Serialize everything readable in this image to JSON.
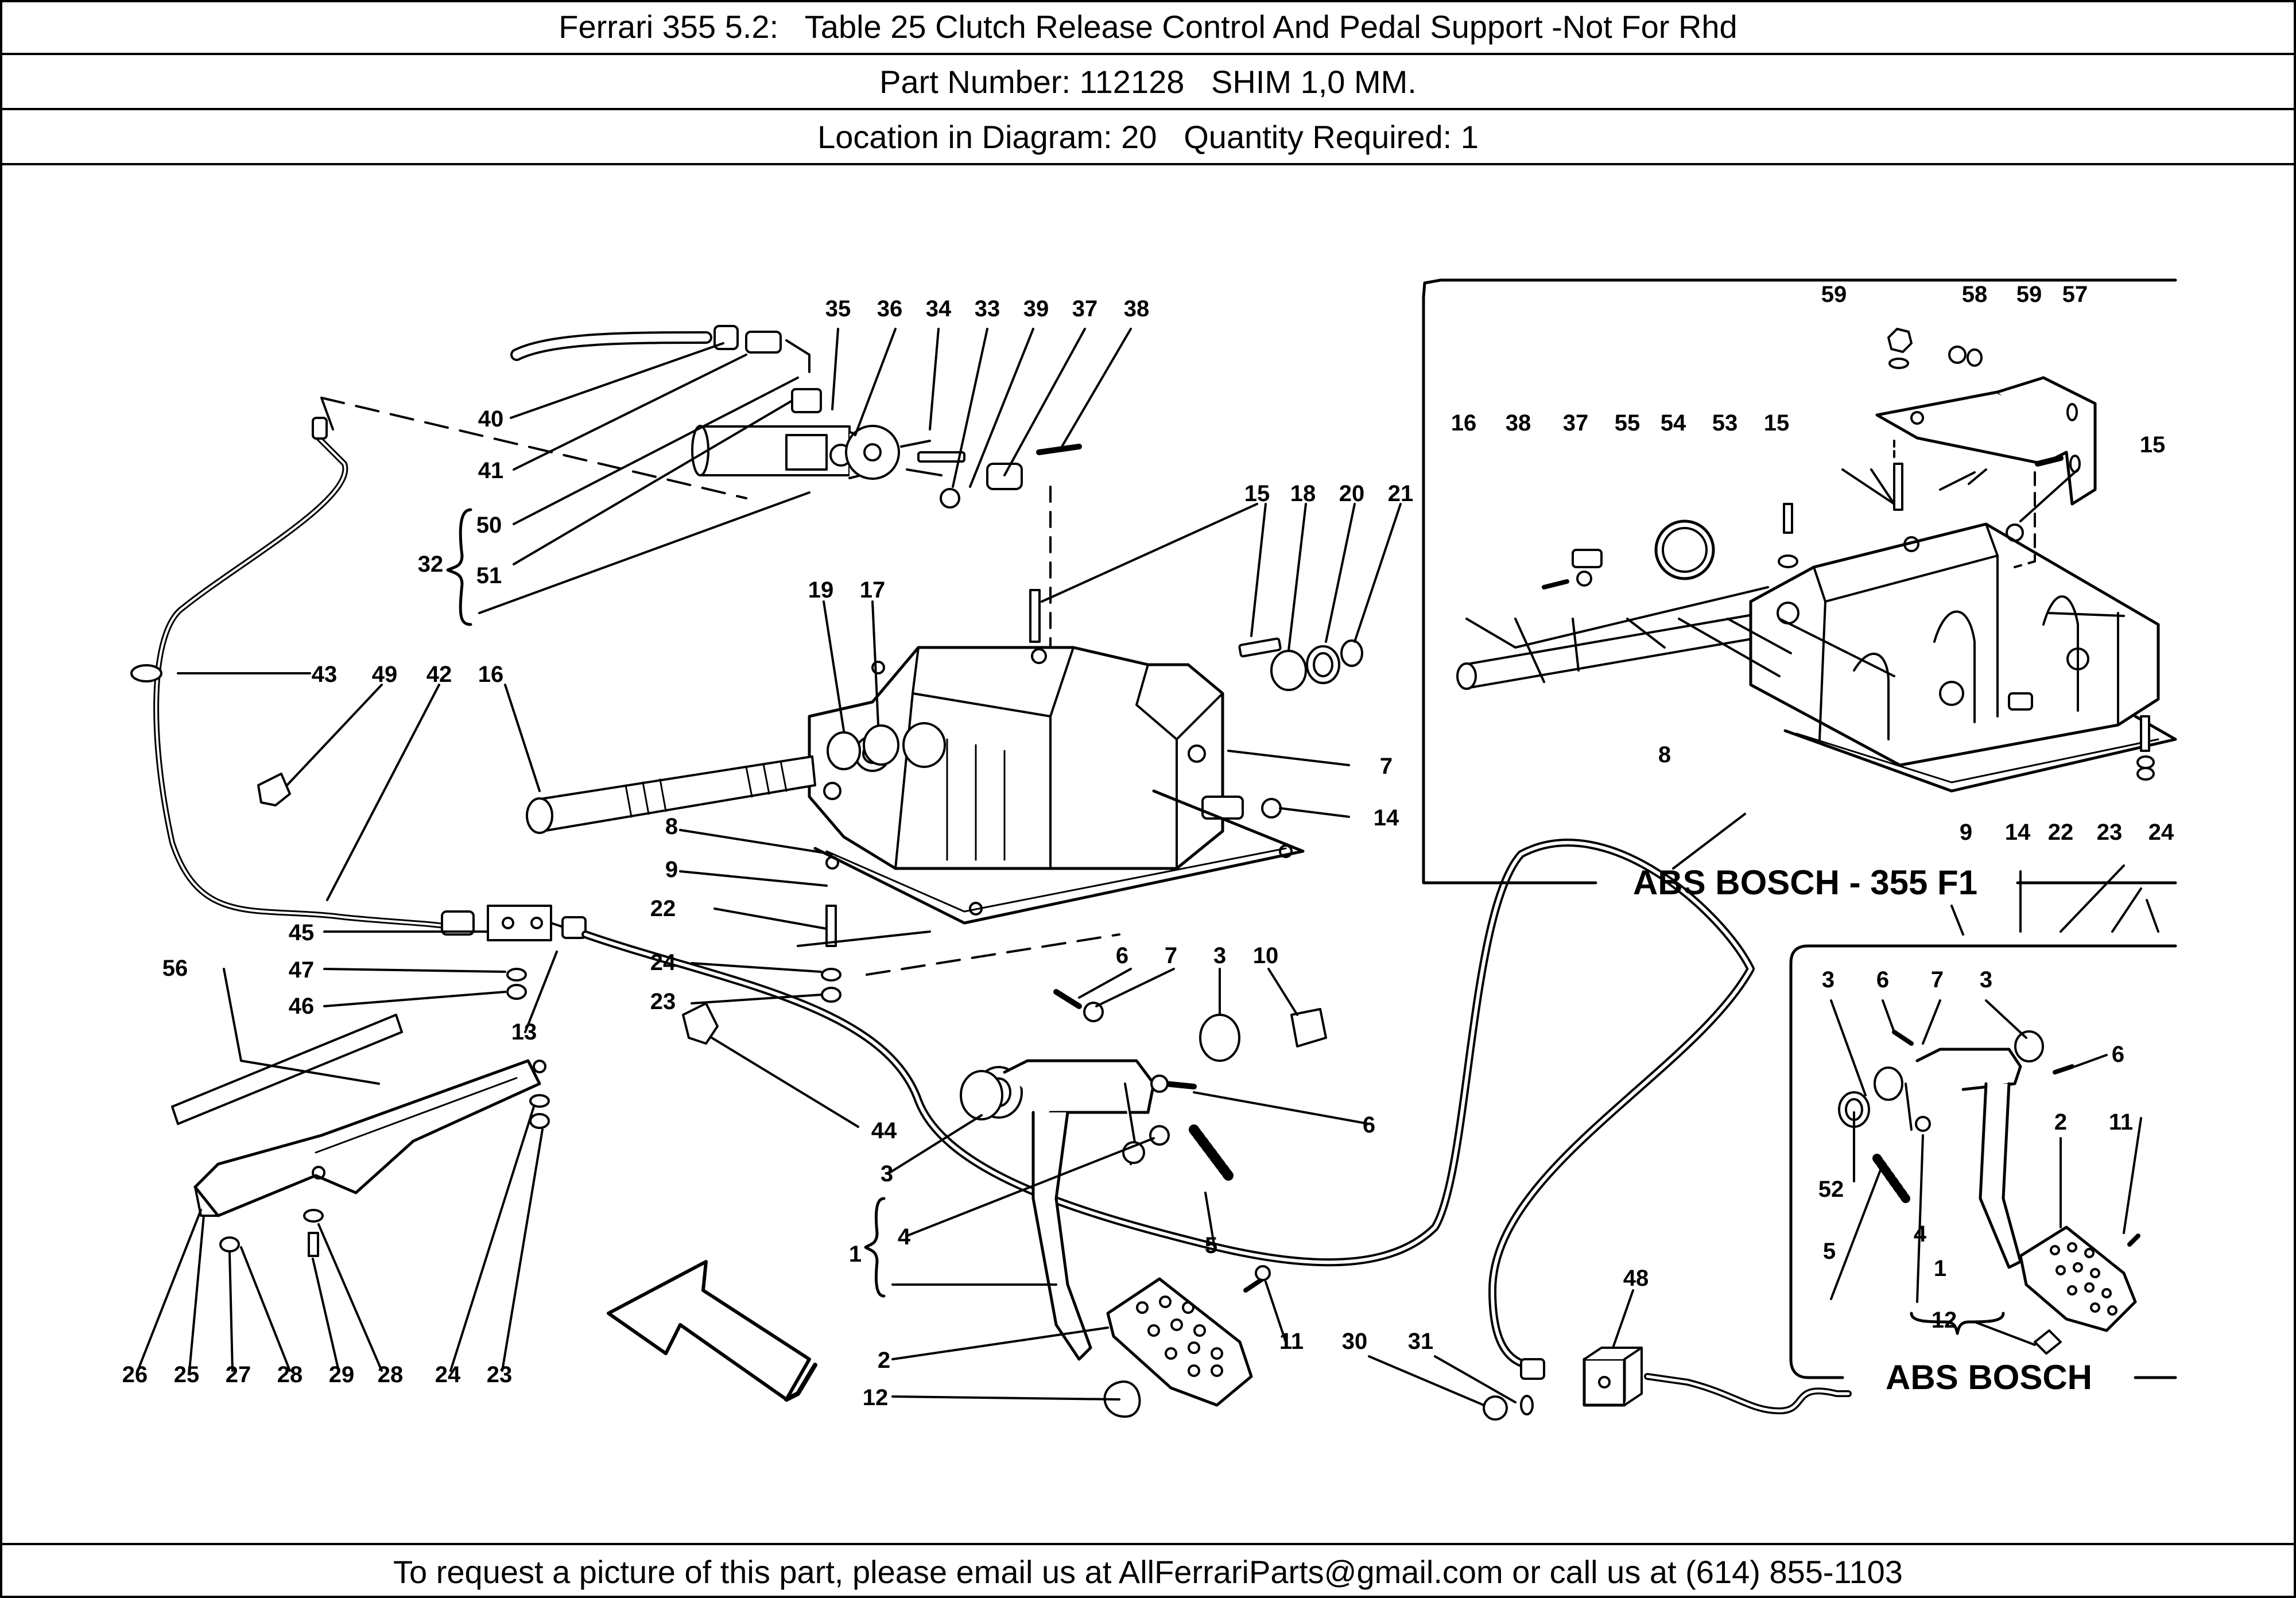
{
  "header": {
    "title": "Ferrari 355 5.2:   Table 25 Clutch Release Control And Pedal Support -Not For Rhd",
    "part_line": "Part Number: 112128   SHIM 1,0 MM.",
    "location_line": "Location in Diagram: 20   Quantity Required: 1"
  },
  "diagram": {
    "insets": {
      "f1_title": "ABS BOSCH - 355 F1",
      "bosch_title": "ABS BOSCH"
    },
    "main_labels": [
      {
        "id": "m35",
        "text": "35"
      },
      {
        "id": "m36",
        "text": "36"
      },
      {
        "id": "m34",
        "text": "34"
      },
      {
        "id": "m33",
        "text": "33"
      },
      {
        "id": "m39",
        "text": "39"
      },
      {
        "id": "m37",
        "text": "37"
      },
      {
        "id": "m38",
        "text": "38"
      },
      {
        "id": "m40",
        "text": "40"
      },
      {
        "id": "m41",
        "text": "41"
      },
      {
        "id": "m50",
        "text": "50"
      },
      {
        "id": "m32",
        "text": "32"
      },
      {
        "id": "m51",
        "text": "51"
      },
      {
        "id": "m15",
        "text": "15"
      },
      {
        "id": "m18",
        "text": "18"
      },
      {
        "id": "m20",
        "text": "20"
      },
      {
        "id": "m21",
        "text": "21"
      },
      {
        "id": "m19",
        "text": "19"
      },
      {
        "id": "m17",
        "text": "17"
      },
      {
        "id": "m43",
        "text": "43"
      },
      {
        "id": "m49",
        "text": "49"
      },
      {
        "id": "m42",
        "text": "42"
      },
      {
        "id": "m16",
        "text": "16"
      },
      {
        "id": "m7",
        "text": "7"
      },
      {
        "id": "m14",
        "text": "14"
      },
      {
        "id": "m8",
        "text": "8"
      },
      {
        "id": "m9",
        "text": "9"
      },
      {
        "id": "m22",
        "text": "22"
      },
      {
        "id": "m24",
        "text": "24"
      },
      {
        "id": "m23",
        "text": "23"
      },
      {
        "id": "m45",
        "text": "45"
      },
      {
        "id": "m47",
        "text": "47"
      },
      {
        "id": "m46",
        "text": "46"
      },
      {
        "id": "m56",
        "text": "56"
      },
      {
        "id": "m13",
        "text": "13"
      },
      {
        "id": "m6a",
        "text": "6"
      },
      {
        "id": "m7b",
        "text": "7"
      },
      {
        "id": "m3a",
        "text": "3"
      },
      {
        "id": "m10",
        "text": "10"
      },
      {
        "id": "m44",
        "text": "44"
      },
      {
        "id": "m6b",
        "text": "6"
      },
      {
        "id": "m3b",
        "text": "3"
      },
      {
        "id": "m4",
        "text": "4"
      },
      {
        "id": "m5",
        "text": "5"
      },
      {
        "id": "m1",
        "text": "1"
      },
      {
        "id": "m11",
        "text": "11"
      },
      {
        "id": "m2",
        "text": "2"
      },
      {
        "id": "m12",
        "text": "12"
      },
      {
        "id": "m26",
        "text": "26"
      },
      {
        "id": "m25",
        "text": "25"
      },
      {
        "id": "m27",
        "text": "27"
      },
      {
        "id": "m28a",
        "text": "28"
      },
      {
        "id": "m29",
        "text": "29"
      },
      {
        "id": "m28b",
        "text": "28"
      },
      {
        "id": "m24b",
        "text": "24"
      },
      {
        "id": "m23b",
        "text": "23"
      },
      {
        "id": "m30",
        "text": "30"
      },
      {
        "id": "m31",
        "text": "31"
      },
      {
        "id": "m48",
        "text": "48"
      }
    ],
    "f1_labels": [
      {
        "id": "f59a",
        "text": "59"
      },
      {
        "id": "f58",
        "text": "58"
      },
      {
        "id": "f59b",
        "text": "59"
      },
      {
        "id": "f57",
        "text": "57"
      },
      {
        "id": "f16",
        "text": "16"
      },
      {
        "id": "f38",
        "text": "38"
      },
      {
        "id": "f37",
        "text": "37"
      },
      {
        "id": "f55",
        "text": "55"
      },
      {
        "id": "f54",
        "text": "54"
      },
      {
        "id": "f53",
        "text": "53"
      },
      {
        "id": "f15a",
        "text": "15"
      },
      {
        "id": "f15b",
        "text": "15"
      },
      {
        "id": "f8",
        "text": "8"
      },
      {
        "id": "f9",
        "text": "9"
      },
      {
        "id": "f14",
        "text": "14"
      },
      {
        "id": "f22",
        "text": "22"
      },
      {
        "id": "f23",
        "text": "23"
      },
      {
        "id": "f24",
        "text": "24"
      }
    ],
    "bosch_labels": [
      {
        "id": "b3a",
        "text": "3"
      },
      {
        "id": "b6a",
        "text": "6"
      },
      {
        "id": "b7",
        "text": "7"
      },
      {
        "id": "b3b",
        "text": "3"
      },
      {
        "id": "b6b",
        "text": "6"
      },
      {
        "id": "b52",
        "text": "52"
      },
      {
        "id": "b2",
        "text": "2"
      },
      {
        "id": "b11",
        "text": "11"
      },
      {
        "id": "b4",
        "text": "4"
      },
      {
        "id": "b5",
        "text": "5"
      },
      {
        "id": "b1",
        "text": "1"
      },
      {
        "id": "b12",
        "text": "12"
      }
    ]
  },
  "footer": {
    "text": "To request a picture of this part, please email us at AllFerrariParts@gmail.com or call us at (614) 855-1103"
  }
}
